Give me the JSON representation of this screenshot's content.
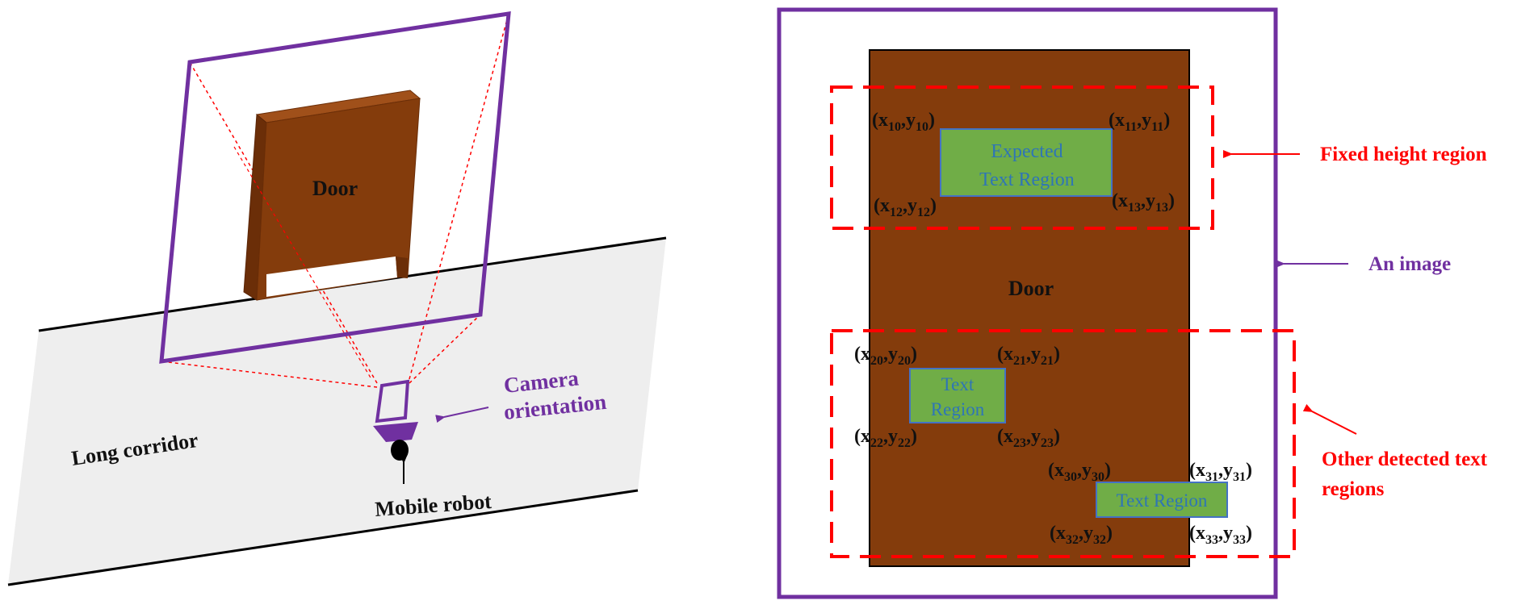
{
  "left_panel": {
    "door_label": "Door",
    "corridor_label": "Long corridor",
    "robot_label": "Mobile robot",
    "camera_label_line1": "Camera",
    "camera_label_line2": "orientation"
  },
  "right_panel": {
    "door_label": "Door",
    "expected_region_line1": "Expected",
    "expected_region_line2": "Text Region",
    "text_region_a_line1": "Text",
    "text_region_a_line2": "Region",
    "text_region_b": "Text Region",
    "fixed_height_label": "Fixed height region",
    "image_label": "An image",
    "other_regions_line1": "Other detected text",
    "other_regions_line2": "regions",
    "coords": [
      {
        "a": "10",
        "b": "10"
      },
      {
        "a": "11",
        "b": "11"
      },
      {
        "a": "12",
        "b": "12"
      },
      {
        "a": "13",
        "b": "13"
      },
      {
        "a": "20",
        "b": "20"
      },
      {
        "a": "21",
        "b": "21"
      },
      {
        "a": "22",
        "b": "22"
      },
      {
        "a": "23",
        "b": "23"
      },
      {
        "a": "30",
        "b": "30"
      },
      {
        "a": "31",
        "b": "31"
      },
      {
        "a": "32",
        "b": "32"
      },
      {
        "a": "33",
        "b": "33"
      }
    ]
  },
  "colors": {
    "door": "#843c0c",
    "frame": "#7030a0",
    "dashed_red": "#ff0000",
    "text_box_fill": "#70ad47",
    "text_box_border": "#4472c4",
    "corridor": "#eeeeee"
  }
}
